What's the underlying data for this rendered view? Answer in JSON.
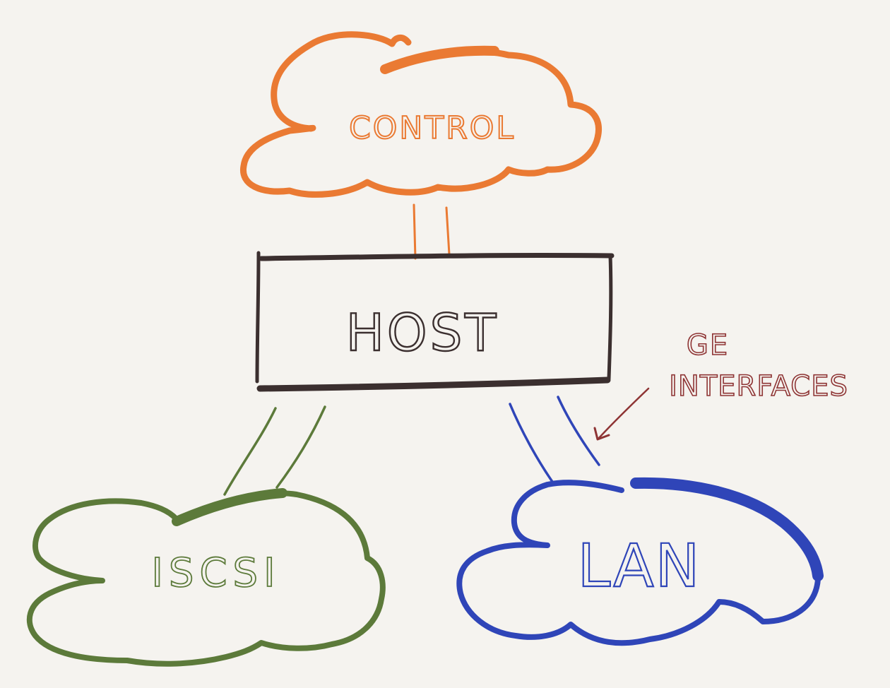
{
  "colors": {
    "background": "#f5f3ef",
    "control": "#ea7a33",
    "host": "#3b2f2f",
    "iscsi": "#5c7a3a",
    "lan": "#2f45b8",
    "annotation": "#8e3434"
  },
  "nodes": {
    "control": {
      "label": "CONTROL"
    },
    "host": {
      "label": "HOST"
    },
    "iscsi": {
      "label": "ISCSI"
    },
    "lan": {
      "label": "LAN"
    }
  },
  "annotation": {
    "line1": "GE",
    "line2": "INTERFACES"
  }
}
